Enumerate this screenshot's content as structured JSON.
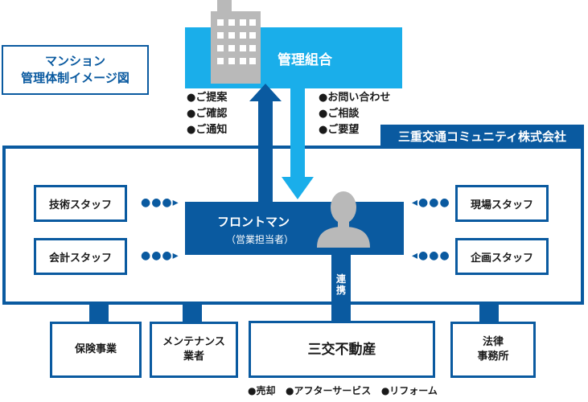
{
  "title": {
    "line1": "マンション",
    "line2": "管理体制イメージ図"
  },
  "union": {
    "label": "管理組合"
  },
  "company": {
    "label": "三重交通コミュニティ株式会社"
  },
  "arrow_up_items": [
    "●ご提案",
    "●ご確認",
    "●ご通知"
  ],
  "arrow_down_items": [
    "●お問い合わせ",
    "●ご相談",
    "●ご要望"
  ],
  "staff_left": [
    "技術スタッフ",
    "会計スタッフ"
  ],
  "staff_right": [
    "現場スタッフ",
    "企画スタッフ"
  ],
  "dots_left": "●●●▸",
  "dots_right": "◂●●●",
  "front": {
    "title": "フロントマン",
    "subtitle": "（営業担当者）"
  },
  "link_label": "連携",
  "bottom": {
    "insurance": "保険事業",
    "maintenance_line1": "メンテナンス",
    "maintenance_line2": "業者",
    "sankou": "三交不動産",
    "legal_line1": "法律",
    "legal_line2": "事務所"
  },
  "services": [
    "●売却",
    "●アフターサービス",
    "●リフォーム"
  ],
  "colors": {
    "dark_blue": "#0a5aa0",
    "light_blue": "#1aaeea",
    "gray_icon": "#b9b9b9"
  },
  "icons": [
    "building-icon",
    "person-icon"
  ]
}
